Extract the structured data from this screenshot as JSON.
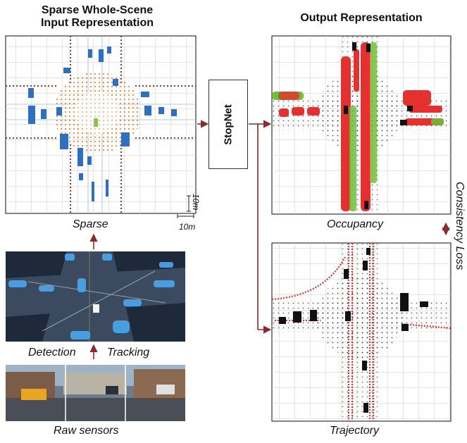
{
  "left_panel": {
    "title_line1": "Sparse Whole-Scene",
    "title_line2": "Input Representation",
    "scale_v": "10m",
    "scale_h": "10m",
    "sparse_label": "Sparse",
    "detection_label": "Detection",
    "tracking_label": "Tracking",
    "raw_label": "Raw sensors"
  },
  "model": {
    "name": "StopNet"
  },
  "right_panel": {
    "title": "Output Representation",
    "occupancy_label": "Occupancy",
    "trajectory_label": "Trajectory",
    "consistency_label": "Consistency Loss"
  },
  "colors": {
    "arrow": "#8b2a2a",
    "occupancy_red": "#e53030",
    "occupancy_green": "#6fbf3a",
    "point_orange": "#e8741e",
    "point_blue": "#2f6fbf",
    "road_brown": "#8b3a2a",
    "grid": "#c8c8c8"
  }
}
